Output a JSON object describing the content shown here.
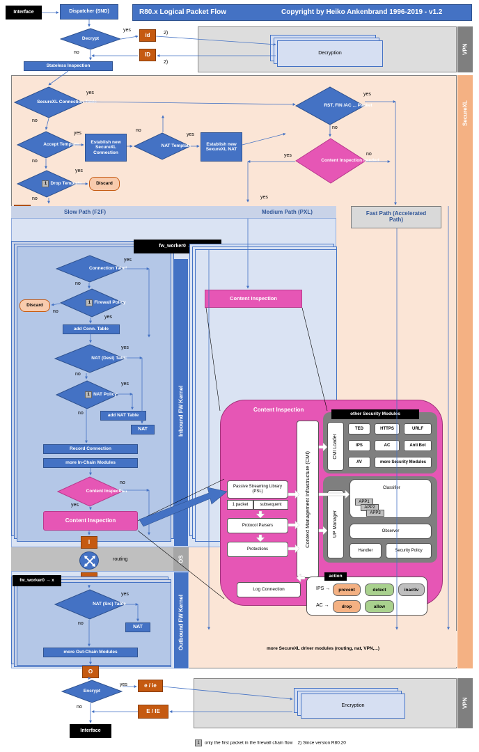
{
  "header": {
    "title": "R80.x  Logical Packet Flow",
    "copyright": "Copyright by Heiko Ankenbrand 1996-2019 - v1.2"
  },
  "top": {
    "interface_in": "Interface",
    "dispatcher": "Dispatcher (SND)",
    "decrypt": "Decrypt",
    "yes": "yes",
    "no": "no",
    "id_small": "id",
    "id_big": "ID",
    "note2": "2)",
    "decryption": "Decryption",
    "vpn": "VPN",
    "stateless": "Stateless Inspection"
  },
  "securexl": {
    "label": "SecureXL",
    "conn_table": "SecureXL Connection Table",
    "accept_template": "Accept Template",
    "establish_conn": "Establish new SecureXL Connection",
    "nat_template": "NAT Template",
    "establish_nat": "Establish new SexureXL NAT",
    "rst_packet": "RST, FIN /AC ... Packet",
    "content_needed": "Content Inspection needed",
    "drop_template": "Drop Template",
    "discard": "Discard",
    "yes": "yes",
    "no": "no",
    "tag1": "1"
  },
  "paths": {
    "i_small": "i",
    "slow": "Slow Path (F2F)",
    "medium": "Medium Path (PXL)",
    "fast": "Fast Path (Accelerated Path)"
  },
  "inbound": {
    "worker": "fw_worker0 → x",
    "kernel_label": "Inbound FW Kernel",
    "conn_table": "Connection Tabel",
    "firewall_policy": "Firewall Policy",
    "discard": "Discard",
    "add_conn": "add Conn. Table",
    "nat_dest": "NAT (Dest) Table",
    "nat_policy": "NAT Policy",
    "add_nat": "add NAT Table",
    "nat": "NAT",
    "record": "Record Connection",
    "more_in": "more In-Chain Modules",
    "ci_decision": "Content Inspection",
    "ci_box": "Content Inspection",
    "medium_ci": "Content Inspection",
    "yes": "yes",
    "no": "no"
  },
  "routing": {
    "I": "I",
    "o": "o",
    "label": "routing",
    "os": "OS"
  },
  "ci_panel": {
    "title": "Content Inspection",
    "other_modules": "other Security Modules",
    "cmi_loader": "CMI Loader",
    "cmi": "Context Management Infrastructure (CMI)",
    "modules": [
      "TED",
      "HTTPS",
      "URLF",
      "IPS",
      "AC",
      "Anti Bot",
      "AV",
      "more Security Modules"
    ],
    "psl": "Passive Streaming Library (PSL)",
    "packet1": "1 packet",
    "subsequent": "subsequent",
    "protocol_parsers": "Protocol Parsers",
    "protections": "Protections",
    "up_manager": "UP Manager",
    "classifier": "Classifier",
    "apps": [
      "APP1",
      "APP2",
      "APP3"
    ],
    "observer": "Observer",
    "handler": "Handler",
    "security_policy": "Security Policy",
    "log_connection": "Log Connection",
    "action": "action",
    "ips": "IPS →",
    "ac": "AC →",
    "prevent": "prevent",
    "detect": "detect",
    "inactiv": "inactiv",
    "drop": "drop",
    "allow": "allow"
  },
  "outbound": {
    "worker": "fw_worker0 → x",
    "kernel_label": "Outbound FW Kernel",
    "nat_src": "NAT (Src) Table",
    "nat": "NAT",
    "more_out": "more Out-Chain Modules",
    "yes": "yes",
    "no": "no"
  },
  "bottom": {
    "more_driver": "more SecureXL driver modules (routing, nat, VPN,...)",
    "O": "O",
    "encrypt": "Encrypt",
    "e_small": "e / ie",
    "e_big": "E / IE",
    "encryption": "Encryption",
    "vpn": "VPN",
    "interface_out": "Interface",
    "yes": "yes",
    "no": "no",
    "note1": "only the first packet in the firewall chain flow",
    "note2": "2) Since version R80.20",
    "tag1": "1"
  },
  "colors": {
    "blue": "#4472c4",
    "pink": "#e656b5",
    "orange": "#c55a11",
    "peach": "#fbe5d6",
    "lightblue": "#d6dff2",
    "grey": "#bfbfbf"
  }
}
